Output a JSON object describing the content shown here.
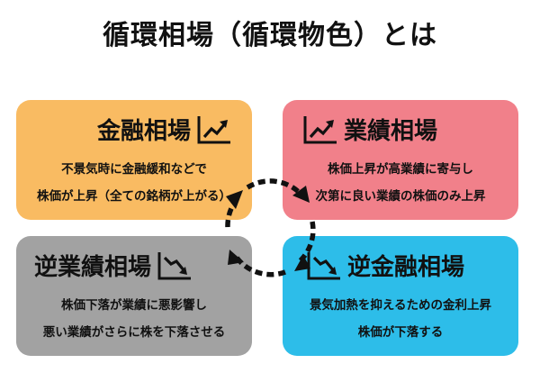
{
  "title": "循環相場（循環物色）とは",
  "colors": {
    "kinyu": "#f9bb62",
    "gyoseki": "#f1808a",
    "gyaku_gyoseki": "#a2a2a2",
    "gyaku_kinyu": "#2dbde9",
    "text": "#111111"
  },
  "cards": {
    "kinyu": {
      "heading": "金融相場",
      "icon": "chart-up-icon",
      "lines": [
        "不景気時に金融緩和などで",
        "株価が上昇（全ての銘柄が上がる）"
      ]
    },
    "gyoseki": {
      "heading": "業績相場",
      "icon": "chart-up-icon",
      "lines": [
        "株価上昇が高業績に寄与し",
        "次第に良い業績の株価のみ上昇"
      ]
    },
    "gyaku_gyoseki": {
      "heading": "逆業績相場",
      "icon": "chart-down-icon",
      "lines": [
        "株価下落が業績に悪影響し",
        "悪い業績がさらに株を下落させる"
      ]
    },
    "gyaku_kinyu": {
      "heading": "逆金融相場",
      "icon": "chart-down-icon",
      "lines": [
        "景気加熱を抑えるための金利上昇",
        "株価が下落する"
      ]
    }
  },
  "cycle_icon": "cycle-arrows-icon"
}
